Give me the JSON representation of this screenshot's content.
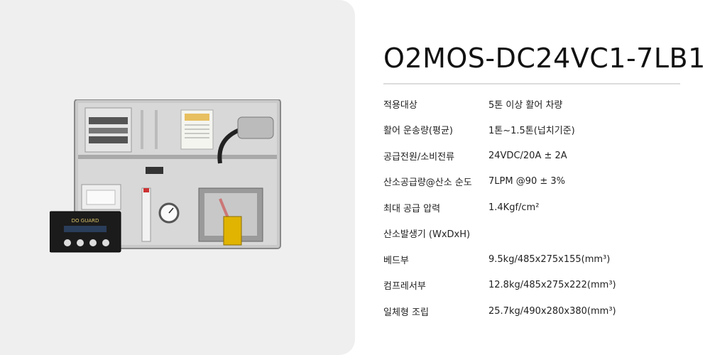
{
  "product": {
    "title": "O2MOS-DC24VC1-7LB1",
    "controller_brand": "DO GUARD"
  },
  "specs": [
    {
      "label": "적용대상",
      "value": "5톤 이상 활어 차량"
    },
    {
      "label": "활어 운송량(평균)",
      "value": "1톤~1.5톤(넙치기준)"
    },
    {
      "label": "공급전원/소비전류",
      "value": "24VDC/20A ± 2A"
    },
    {
      "label": "산소공급량@산소 순도",
      "value": "7LPM @90 ± 3%"
    },
    {
      "label": "최대 공급 압력",
      "value": "1.4Kgf/cm²"
    },
    {
      "label": "산소발생기 (WxDxH)",
      "value": ""
    },
    {
      "label": "베드부",
      "value": "9.5kg/485x275x155(mm³)"
    },
    {
      "label": "컴프레서부",
      "value": "12.8kg/485x275x222(mm³)"
    },
    {
      "label": "일체형 조립",
      "value": "25.7kg/490x280x380(mm³)"
    }
  ]
}
